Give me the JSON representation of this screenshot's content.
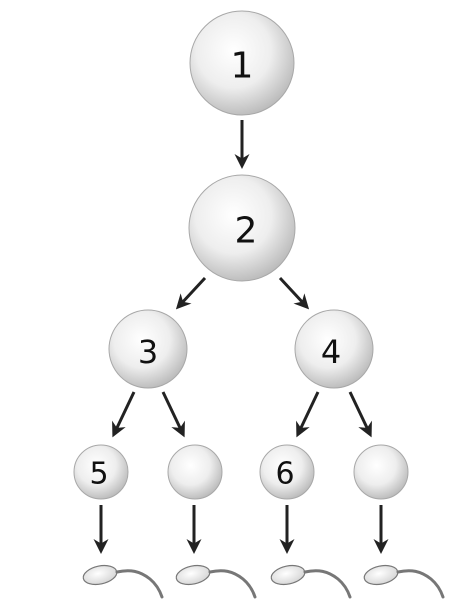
{
  "diagram": {
    "cells": [
      {
        "id": "c1",
        "label": "1",
        "level": 1
      },
      {
        "id": "c2",
        "label": "2",
        "level": 2
      },
      {
        "id": "c3",
        "label": "3",
        "level": 3
      },
      {
        "id": "c4",
        "label": "4",
        "level": 3
      },
      {
        "id": "c5",
        "label": "5",
        "level": 4
      },
      {
        "id": "c5b",
        "label": "",
        "level": 4
      },
      {
        "id": "c6",
        "label": "6",
        "level": 4
      },
      {
        "id": "c6b",
        "label": "",
        "level": 4
      }
    ],
    "sperm_count": 4,
    "colors": {
      "cell_fill_center": "#ffffff",
      "cell_fill_edge": "#bdbdbd",
      "cell_stroke": "#9a9a9a",
      "arrow": "#222222",
      "sperm_tail": "#777777"
    }
  }
}
